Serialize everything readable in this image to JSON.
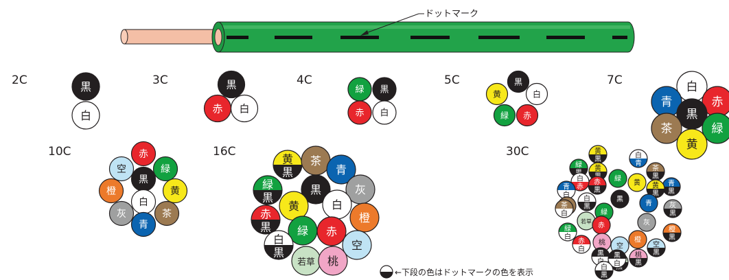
{
  "cable": {
    "dot_mark_label": "ドットマーク",
    "colors": {
      "conductor": "#f4bfa6",
      "sheath": "#22a34a",
      "dot": "#111111"
    }
  },
  "colors": {
    "黒": "#231f20",
    "白": "#ffffff",
    "赤": "#e8262c",
    "緑": "#12a140",
    "黄": "#f7e81a",
    "青": "#0b64b0",
    "茶": "#9c7a52",
    "橙": "#ec7a2b",
    "灰": "#9fa0a0",
    "空": "#bfe3f4",
    "桃": "#f1a6c6",
    "若草": "#c8e2c5"
  },
  "groups": [
    {
      "label": "2C",
      "conductors": [
        {
          "top": "黒"
        },
        {
          "top": "白"
        }
      ]
    },
    {
      "label": "3C",
      "conductors": [
        {
          "top": "黒"
        },
        {
          "top": "赤"
        },
        {
          "top": "白"
        }
      ]
    },
    {
      "label": "4C",
      "conductors": [
        {
          "top": "緑"
        },
        {
          "top": "黒"
        },
        {
          "top": "赤"
        },
        {
          "top": "白"
        }
      ]
    },
    {
      "label": "5C",
      "conductors": [
        {
          "top": "黒"
        },
        {
          "top": "黄"
        },
        {
          "top": "白"
        },
        {
          "top": "緑"
        },
        {
          "top": "赤"
        }
      ]
    },
    {
      "label": "7C",
      "conductors": [
        {
          "top": "白"
        },
        {
          "top": "青"
        },
        {
          "top": "赤"
        },
        {
          "top": "黒"
        },
        {
          "top": "茶"
        },
        {
          "top": "緑"
        },
        {
          "top": "黄"
        }
      ]
    },
    {
      "label": "10C",
      "conductors": [
        {
          "top": "赤"
        },
        {
          "top": "空"
        },
        {
          "top": "緑"
        },
        {
          "top": "黒"
        },
        {
          "top": "橙"
        },
        {
          "top": "黄"
        },
        {
          "top": "白"
        },
        {
          "top": "灰"
        },
        {
          "top": "茶"
        },
        {
          "top": "青"
        }
      ]
    },
    {
      "label": "16C",
      "conductors": [
        {
          "top": "黄",
          "bottom": "黒"
        },
        {
          "top": "茶"
        },
        {
          "top": "青"
        },
        {
          "top": "緑",
          "bottom": "黒"
        },
        {
          "top": "黒"
        },
        {
          "top": "灰"
        },
        {
          "top": "黄"
        },
        {
          "top": "白"
        },
        {
          "top": "赤",
          "bottom": "黒"
        },
        {
          "top": "橙"
        },
        {
          "top": "緑"
        },
        {
          "top": "赤"
        },
        {
          "top": "白",
          "bottom": "黒"
        },
        {
          "top": "空"
        },
        {
          "top": "若草"
        },
        {
          "top": "桃"
        }
      ]
    },
    {
      "label": "30C",
      "conductors": [
        {
          "top": "黄",
          "bottom": "黒"
        },
        {
          "top": "緑",
          "bottom": "黒"
        },
        {
          "top": "黄",
          "bottom": "黒"
        },
        {
          "top": "白",
          "bottom": "青"
        },
        {
          "top": "赤",
          "bottom": "黒"
        },
        {
          "top": "茶",
          "bottom": "黒"
        },
        {
          "top": "白",
          "bottom": "赤"
        },
        {
          "top": "緑"
        },
        {
          "top": "黄"
        },
        {
          "top": "青",
          "bottom": "黒"
        },
        {
          "top": "青",
          "bottom": "白"
        },
        {
          "top": "黄",
          "bottom": "黒"
        },
        {
          "top": "茶"
        },
        {
          "top": "白",
          "bottom": "黒"
        },
        {
          "top": "黒"
        },
        {
          "top": "灰",
          "bottom": "黒"
        },
        {
          "top": "茶",
          "bottom": "白"
        },
        {
          "top": "緑"
        },
        {
          "top": "青"
        },
        {
          "top": "橙",
          "bottom": "黒"
        },
        {
          "top": "緑",
          "bottom": "白"
        },
        {
          "top": "若草"
        },
        {
          "top": "赤"
        },
        {
          "top": "灰"
        },
        {
          "top": "赤",
          "bottom": "白"
        },
        {
          "top": "桃"
        },
        {
          "top": "空"
        },
        {
          "top": "橙"
        },
        {
          "top": "空",
          "bottom": "黒"
        },
        {
          "top": "黒",
          "bottom": "白"
        },
        {
          "top": "若草",
          "bottom": "黒"
        },
        {
          "top": "桃",
          "bottom": "黒"
        },
        {
          "top": "黒",
          "bottom": "白"
        },
        {
          "top": "白",
          "bottom": "黒"
        }
      ]
    }
  ],
  "legend": {
    "text": "←下段の色はドットマークの色を表示"
  }
}
